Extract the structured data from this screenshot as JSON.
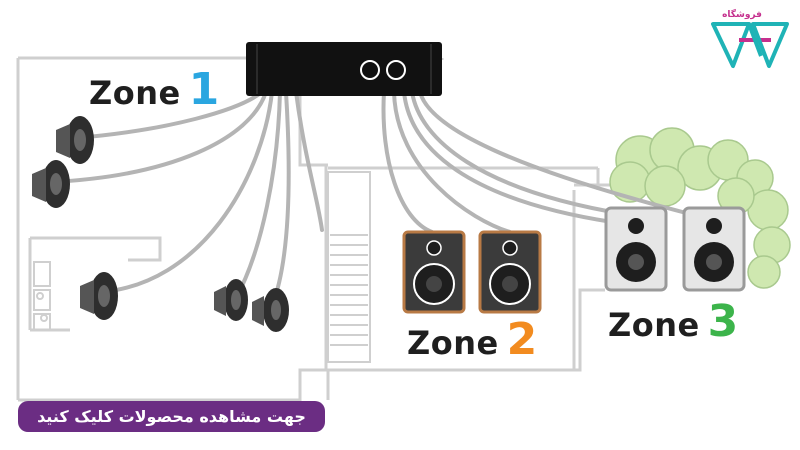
{
  "zones": [
    {
      "word": "Zone",
      "number": "1",
      "color": "#2aa6e0"
    },
    {
      "word": "Zone",
      "number": "2",
      "color": "#f28b1f"
    },
    {
      "word": "Zone",
      "number": "3",
      "color": "#3cb44b"
    }
  ],
  "cta_label": "جهت مشاهده محصولات کلیک کنید",
  "brand": {
    "small_text": "فروشگاه"
  },
  "colors": {
    "cta_bg": "#6b2d83",
    "brand_teal": "#1fb3b6",
    "brand_pink": "#c5308e",
    "tree": "#cfe8b0",
    "amp": "#111111",
    "speaker_dark": "#4a4a4a",
    "cable": "#b4b4b4"
  }
}
